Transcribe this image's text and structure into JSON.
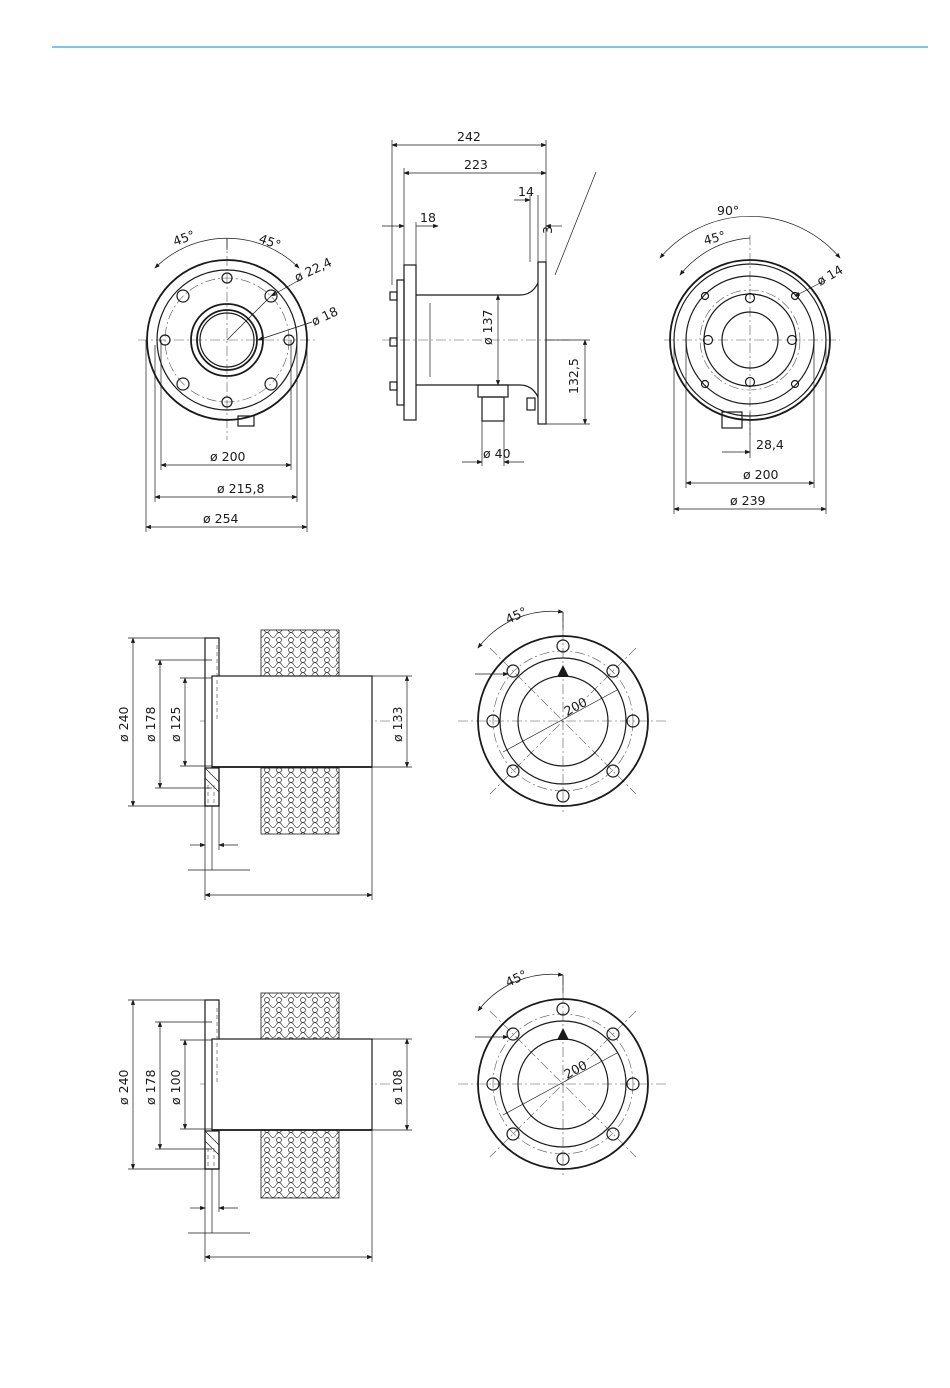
{
  "header": {
    "rule_color": "#2aa7d6"
  },
  "views": {
    "flange_front": {
      "angle_a": "45°",
      "angle_b": "45°",
      "bolt_hole": "ø 22,4",
      "inner_hole": "ø 18",
      "d1": "ø 200",
      "d2": "ø 215,8",
      "d3": "ø 254"
    },
    "side_view": {
      "overall": "242",
      "body": "223",
      "flange_t": "14",
      "plate": "3",
      "left_plate": "18",
      "tube": "ø 137",
      "height": "132,5",
      "spigot": "ø 40"
    },
    "flange_rear": {
      "angle_a": "90°",
      "angle_b": "45°",
      "hole": "ø 14",
      "offset": "28,4",
      "d1": "ø 200",
      "d2": "ø 239"
    },
    "sleeve_a": {
      "d_flange": "ø 240",
      "d_pcd": "ø 178",
      "d_inner": "ø 125",
      "d_outer": "ø 133"
    },
    "ring_a": {
      "angle": "45°",
      "pcd": "200"
    },
    "sleeve_b": {
      "d_flange": "ø 240",
      "d_pcd": "ø 178",
      "d_inner": "ø 100",
      "d_outer": "ø 108"
    },
    "ring_b": {
      "angle": "45°",
      "pcd": "200"
    }
  }
}
